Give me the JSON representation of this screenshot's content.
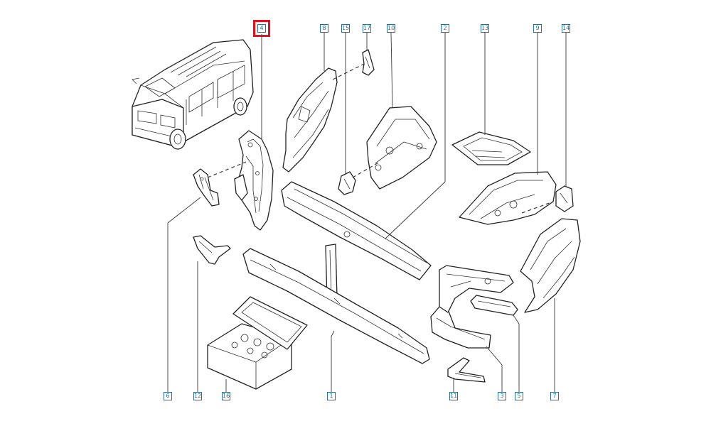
{
  "diagram": {
    "selected_callout": "4",
    "accent_color": "#e0141e",
    "callout_color": "#2a6f96",
    "callouts": [
      {
        "id": "c4",
        "label": "4"
      },
      {
        "id": "c8",
        "label": "8"
      },
      {
        "id": "c15",
        "label": "15"
      },
      {
        "id": "c17",
        "label": "17"
      },
      {
        "id": "c10",
        "label": "10"
      },
      {
        "id": "c2",
        "label": "2"
      },
      {
        "id": "c13",
        "label": "13"
      },
      {
        "id": "c9",
        "label": "9"
      },
      {
        "id": "c14",
        "label": "14"
      },
      {
        "id": "c6",
        "label": "6"
      },
      {
        "id": "c12",
        "label": "12"
      },
      {
        "id": "c16",
        "label": "16"
      },
      {
        "id": "c1",
        "label": "1"
      },
      {
        "id": "c11",
        "label": "11"
      },
      {
        "id": "c3",
        "label": "3"
      },
      {
        "id": "c5",
        "label": "5"
      },
      {
        "id": "c7",
        "label": "7"
      }
    ]
  }
}
